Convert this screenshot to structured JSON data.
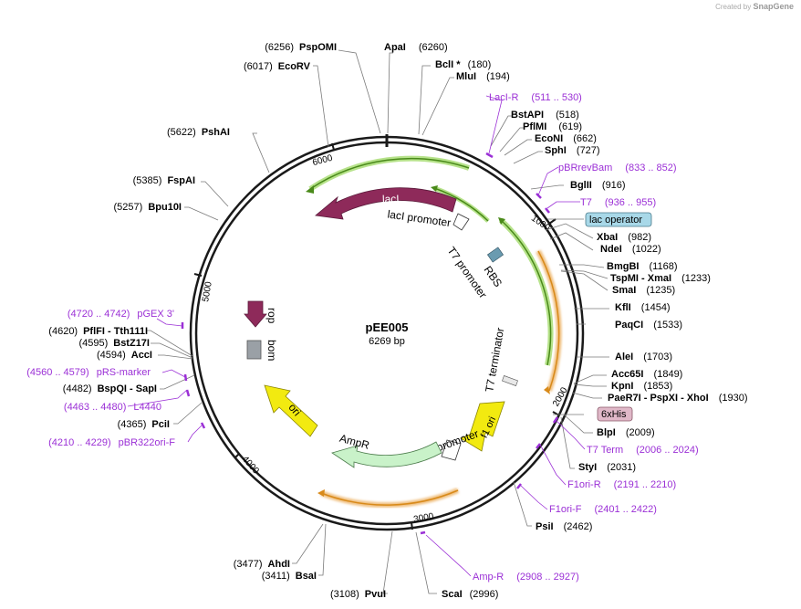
{
  "watermark": {
    "prefix": "Created by",
    "brand": "SnapGene"
  },
  "plasmid": {
    "name": "pEE005",
    "length_label": "6269 bp",
    "total_bp": 6269
  },
  "ticks": [
    {
      "bp": 1000,
      "label": "1000"
    },
    {
      "bp": 2000,
      "label": "2000"
    },
    {
      "bp": 3000,
      "label": "3000"
    },
    {
      "bp": 4000,
      "label": "4000"
    },
    {
      "bp": 5000,
      "label": "5000"
    },
    {
      "bp": 6000,
      "label": "6000"
    }
  ],
  "features": [
    {
      "id": "lacI",
      "label": "lacI",
      "color": "#8e2a5a"
    },
    {
      "id": "lacI-promoter",
      "label": "lacI promoter",
      "color": "#ffffff"
    },
    {
      "id": "T7-promoter",
      "label": "T7 promoter",
      "color": "#7ec242"
    },
    {
      "id": "RBS",
      "label": "RBS",
      "color": "#6a9bb0"
    },
    {
      "id": "T7-terminator",
      "label": "T7 terminator",
      "color": "#9e9e9e"
    },
    {
      "id": "f1-ori",
      "label": "f1 ori",
      "color": "#f2ea10"
    },
    {
      "id": "AmpR-promoter",
      "label": "AmpR promoter",
      "color": "#ffffff"
    },
    {
      "id": "AmpR",
      "label": "AmpR",
      "color": "#c9f2c9"
    },
    {
      "id": "ori",
      "label": "ori",
      "color": "#f2ea10"
    },
    {
      "id": "bom",
      "label": "bom",
      "color": "#9aa0a6"
    },
    {
      "id": "rop",
      "label": "rop",
      "color": "#8e2a5a"
    }
  ],
  "sites_right": [
    {
      "name": "BclI *",
      "pos": "(180)"
    },
    {
      "name": "MluI",
      "pos": "(194)"
    },
    {
      "name": "BstAPI",
      "pos": "(518)"
    },
    {
      "name": "PflMI",
      "pos": "(619)"
    },
    {
      "name": "EcoNI",
      "pos": "(662)"
    },
    {
      "name": "SphI",
      "pos": "(727)"
    },
    {
      "name": "BglII",
      "pos": "(916)"
    },
    {
      "name": "XbaI",
      "pos": "(982)"
    },
    {
      "name": "NdeI",
      "pos": "(1022)"
    },
    {
      "name": "BmgBI",
      "pos": "(1168)"
    },
    {
      "name": "TspMI  -  XmaI",
      "pos": "(1233)"
    },
    {
      "name": "SmaI",
      "pos": "(1235)"
    },
    {
      "name": "KflI",
      "pos": "(1454)"
    },
    {
      "name": "PaqCI",
      "pos": "(1533)"
    },
    {
      "name": "AleI",
      "pos": "(1703)"
    },
    {
      "name": "Acc65I",
      "pos": "(1849)"
    },
    {
      "name": "KpnI",
      "pos": "(1853)"
    },
    {
      "name": "PaeR7I  -  PspXI  -  XhoI",
      "pos": "(1930)"
    },
    {
      "name": "BlpI",
      "pos": "(2009)"
    },
    {
      "name": "StyI",
      "pos": "(2031)"
    },
    {
      "name": "PsiI",
      "pos": "(2462)"
    }
  ],
  "sites_left": [
    {
      "name": "PspOMI",
      "pos": "(6256)"
    },
    {
      "name": "EcoRV",
      "pos": "(6017)"
    },
    {
      "name": "PshAI",
      "pos": "(5622)"
    },
    {
      "name": "FspAI",
      "pos": "(5385)"
    },
    {
      "name": "Bpu10I",
      "pos": "(5257)"
    },
    {
      "name": "PflFI  -  Tth111I",
      "pos": "(4620)"
    },
    {
      "name": "BstZ17I",
      "pos": "(4595)"
    },
    {
      "name": "AccI",
      "pos": "(4594)"
    },
    {
      "name": "BspQI  -  SapI",
      "pos": "(4482)"
    },
    {
      "name": "PciI",
      "pos": "(4365)"
    },
    {
      "name": "AhdI",
      "pos": "(3477)"
    },
    {
      "name": "BsaI",
      "pos": "(3411)"
    },
    {
      "name": "PvuI",
      "pos": "(3108)"
    }
  ],
  "site_apai": {
    "name": "ApaI",
    "pos": "(6260)"
  },
  "site_scai": {
    "name": "ScaI",
    "pos": "(2996)"
  },
  "primers_right": [
    {
      "name": "LacI-R",
      "range": "(511 .. 530)"
    },
    {
      "name": "pBRrevBam",
      "range": "(833 .. 852)"
    },
    {
      "name": "T7",
      "range": "(936 .. 955)"
    },
    {
      "name": "T7 Term",
      "range": "(2006 .. 2024)"
    },
    {
      "name": "F1ori-R",
      "range": "(2191 .. 2210)"
    },
    {
      "name": "F1ori-F",
      "range": "(2401 .. 2422)"
    },
    {
      "name": "Amp-R",
      "range": "(2908 .. 2927)"
    }
  ],
  "primers_left": [
    {
      "name": "pGEX 3'",
      "range": "(4720 .. 4742)"
    },
    {
      "name": "pRS-marker",
      "range": "(4560 .. 4579)"
    },
    {
      "name": "L4440",
      "range": "(4463 .. 4480)"
    },
    {
      "name": "pBR322ori-F",
      "range": "(4210 .. 4229)"
    }
  ],
  "boxed_features": [
    {
      "label": "lac operator",
      "color": "#a8d8e8"
    },
    {
      "label": "6xHis",
      "color": "#e0b8c8"
    }
  ],
  "colors": {
    "primer": "#9b30d6",
    "backbone": "#1a1a1a",
    "connector": "#7a7a7a"
  }
}
